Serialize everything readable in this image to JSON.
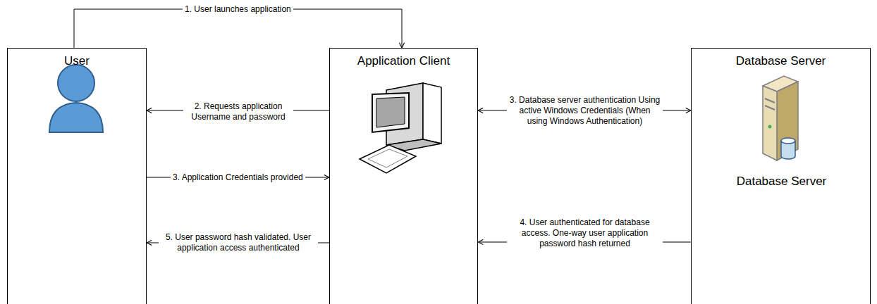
{
  "diagram": {
    "nodes": [
      {
        "text": [
          "User"
        ]
      },
      {
        "text": [
          "Application Client"
        ]
      },
      {
        "text": [
          "Database Server",
          "Database Server"
        ]
      }
    ],
    "edges": [
      {
        "from": 0,
        "to": 1,
        "arrow": "to",
        "label": "1. User launches application"
      },
      {
        "from": 1,
        "to": 0,
        "arrow": "to",
        "label": "2. Requests application Username and password"
      },
      {
        "from": 0,
        "to": 1,
        "arrow": "to",
        "label": "3. Application Credentials provided"
      },
      {
        "from": 1,
        "to": 2,
        "arrow": "both",
        "label": "3. Database server authentication Using active Windows Credentials (When using Windows Authentication)"
      },
      {
        "from": 2,
        "to": 1,
        "arrow": "to",
        "label": "4. User authenticated for database access. One-way user application password hash returned"
      },
      {
        "from": 1,
        "to": 0,
        "arrow": "to",
        "label": "5. User password hash validated. User application access authenticated"
      }
    ]
  }
}
